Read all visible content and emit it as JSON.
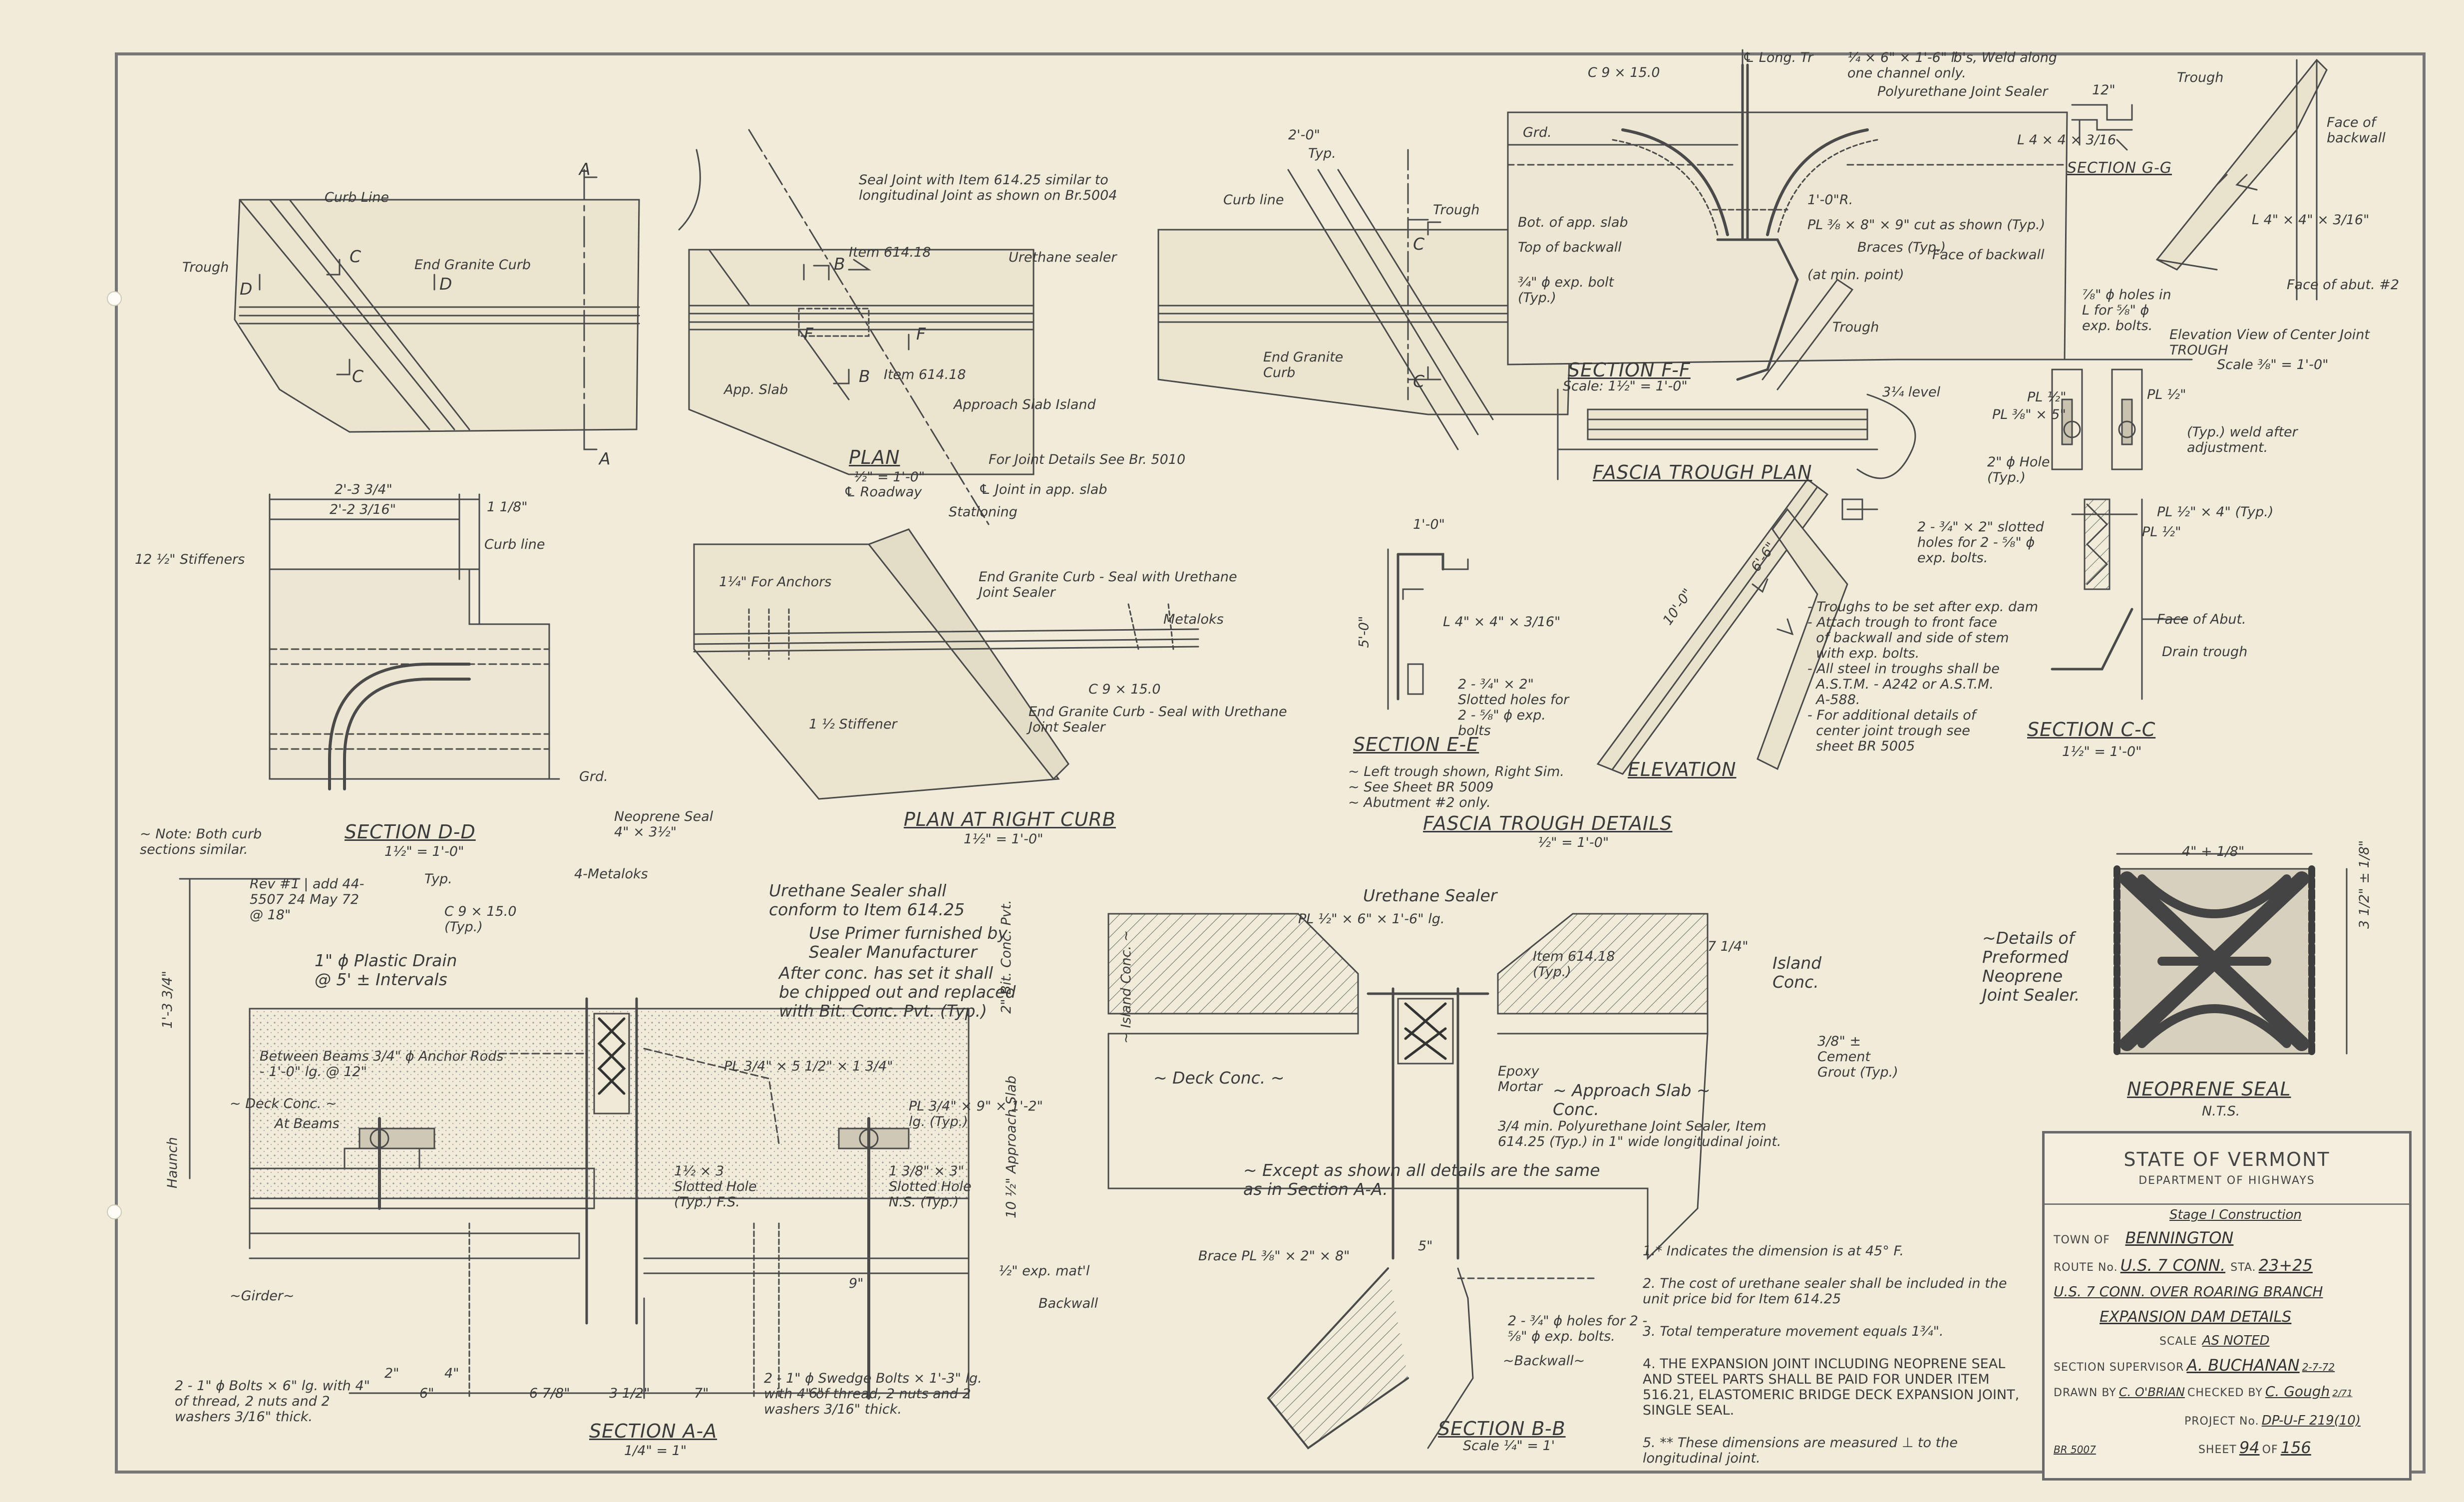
{
  "plan": {
    "sections": [
      "A",
      "A",
      "C",
      "C",
      "D",
      "D",
      "B",
      "B",
      "F",
      "F",
      "C",
      "C"
    ],
    "curb_line": "Curb Line",
    "trough": "Trough",
    "end_granite_curb": "End Granite Curb",
    "seal_joint_note": "Seal Joint with Item 614.25 similar to longitudinal Joint as shown on Br.5004",
    "item_614_18": "Item 614.18",
    "item_614_18b": "Item 614.18",
    "urethane_sealer": "Urethane sealer",
    "curb_line_r": "Curb line",
    "trough_r": "Trough",
    "end_granite_curb_r": "End Granite Curb",
    "app_slab": "App. Slab",
    "approach_slab_island": "Approach Slab Island",
    "plan_title": "PLAN",
    "plan_scale": "½\" = 1'-0\"",
    "joint_details": "For Joint Details See Br. 5010",
    "roadway": "℄ Roadway",
    "joint_in_app_slab": "℄ Joint in app. slab",
    "stationing": "Stationing",
    "dim_2_0": "2'-0\"",
    "typ": "Typ."
  },
  "section_dd": {
    "dim_a": "2'-3 3/4\"",
    "dim_b": "2'-2 3/16\"",
    "dim_c": "1 1/8\"",
    "stiffeners": "12 ½\" Stiffeners",
    "curb_line": "Curb line",
    "grd": "Grd.",
    "note": "~ Note: Both curb sections similar.",
    "title": "SECTION D-D",
    "scale": "1½\" = 1'-0\""
  },
  "plan_right_curb": {
    "for_anchors": "1¼\" For Anchors",
    "end_granite_seal_1": "End Granite Curb - Seal with Urethane Joint Sealer",
    "metaloks": "Metaloks",
    "c9": "C 9 × 15.0",
    "stiffener": "1 ½ Stiffener",
    "end_granite_seal_2": "End Granite Curb - Seal with Urethane Joint Sealer",
    "title": "PLAN AT RIGHT CURB",
    "scale": "1½\" = 1'-0\""
  },
  "section_ff": {
    "long_tr": "℄ Long. Tr",
    "c9": "C 9 × 15.0",
    "weld_note": "¼ × 6\" × 1'-6\" ℔'s, Weld along one channel only.",
    "poly_seal": "Polyurethane Joint Sealer",
    "grd": "Grd.",
    "bot_app_slab": "Bot. of app. slab",
    "top_backwall": "Top of backwall",
    "radius": "1'-0\"R.",
    "pl_cut": "PL ⅜ × 8\" × 9\" cut as shown (Typ.)",
    "braces": "Braces (Typ.)",
    "face_backwall": "Face of backwall",
    "exp_bolt": "¾\" ϕ exp. bolt (Typ.)",
    "min_point": "(at min. point)",
    "trough": "Trough",
    "title": "SECTION F-F",
    "scale": "Scale: 1½\" = 1'-0\""
  },
  "fascia": {
    "level": "3¼ level",
    "trough_plan": "FASCIA TROUGH PLAN",
    "dim_10": "10'-0\"",
    "dim_6": "6'-6\"",
    "slotted_holes": "2 - ¾\" × 2\" slotted holes for 2 - ⅝\" ϕ exp. bolts.",
    "elevation": "ELEVATION",
    "title": "FASCIA TROUGH DETAILS",
    "scale": "½\" = 1'-0\"",
    "notes": "- Troughs to be set after exp. dam\n- Attach trough to front face\n  of backwall and side of stem\n  with exp. bolts.\n- All steel in troughs shall be\n  A.S.T.M. - A242 or A.S.T.M.\n  A-588.\n- For additional details of\n  center joint trough see\n  sheet BR 5005",
    "ee_angle": "L 4\" × 4\" × 3/16\"",
    "ee_slotted": "2 - ¾\" × 2\" Slotted holes for 2 - ⅝\" ϕ exp. bolts",
    "ee_title": "SECTION E-E",
    "ee_notes": "~ Left trough shown, Right Sim.\n~ See Sheet BR 5009\n~ Abutment #2 only.",
    "dim_1_0": "1'-0\"",
    "dim_5_0": "5'-0\""
  },
  "section_gg": {
    "trough": "Trough",
    "dim_12": "12\"",
    "angle": "L 4 × 4 × 3/16",
    "title": "SECTION G-G",
    "face_backwall": "Face of backwall",
    "angle2": "L 4\" × 4\" × 3/16\"",
    "face_abut": "Face of abut. #2",
    "holes": "⅞\" ϕ holes in L for ⅝\" ϕ exp. bolts.",
    "elev_title": "Elevation View of Center Joint TROUGH",
    "elev_scale": "Scale ⅜\" = 1'-0\""
  },
  "section_cc": {
    "pl1": "PL ½\"",
    "pl2": "PL ½\"",
    "pl3": "PL ⅜\" × 5\"",
    "weld": "(Typ.) weld after adjustment.",
    "hole": "2\" ϕ Hole (Typ.)",
    "pl4": "PL ½\" × 4\" (Typ.)",
    "pl5": "PL ½\"",
    "face_abut": "Face of Abut.",
    "drain": "Drain trough",
    "title": "SECTION C-C",
    "scale": "1½\" = 1'-0\""
  },
  "neoprene": {
    "dim_w": "4\" + 1/8\"",
    "dim_h": "3 1/2\" ± 1/8\"",
    "details": "~Details of Preformed Neoprene Joint Sealer.",
    "title": "NEOPRENE SEAL",
    "scale": "N.T.S."
  },
  "section_aa": {
    "rev": "Rev #1 | add 44-5507 24 May 72 @ 18\"",
    "neoprene_seal": "Neoprene Seal 4\" × 3½\"",
    "metaloks": "4-Metaloks",
    "c9": "C 9 × 15.0 (Typ.)",
    "drain": "1\" ϕ Plastic Drain @ 5' ± Intervals",
    "urethane_note": "Urethane Sealer shall conform to Item 614.25",
    "primer_note": "Use Primer furnished by Sealer Manufacturer",
    "chipped_note": "After conc. has set it shall be chipped out and replaced with Bit. Conc. Pvt. (Typ.)",
    "between_beams": "Between Beams 3/4\" ϕ Anchor Rods - 1'-0\" lg. @ 12\"",
    "deck_conc": "~ Deck Conc. ~",
    "at_beams": "At Beams",
    "pl1": "PL 3/4\" × 5 1/2\" × 1 3/4\"",
    "pl2": "PL 3/4\" × 9\" × 1'-2\" lg. (Typ.)",
    "slotted1": "1½ × 3 Slotted Hole (Typ.) F.S.",
    "slotted2": "1 3/8\" × 3\" Slotted Hole N.S. (Typ.)",
    "haunch": "Haunch",
    "girder": "~Girder~",
    "exp_matl": "½\" exp. mat'l",
    "backwall": "Backwall",
    "bolts1": "2 - 1\" ϕ Bolts × 6\" lg. with 4\" of thread, 2 nuts and 2 washers 3/16\" thick.",
    "bolts2": "2 - 1\" ϕ Swedge Bolts × 1'-3\" lg. with 4\" of thread, 2 nuts and 2 washers 3/16\" thick.",
    "approach_slab": "10 ½\" Approach Slab",
    "bit_conc": "2\" Bit. Conc. Pvt.",
    "dim_1_3": "1'-3 3/4\"",
    "dim_2": "2\"",
    "dim_4": "4\"",
    "dim_6": "6\"",
    "dim_678": "6 7/8\"",
    "dim_3": "3 1/2\"",
    "dim_7": "7\"",
    "dim_6b": "6\"",
    "dim_9": "9\"",
    "typ": "Typ.",
    "title": "SECTION A-A",
    "scale": "1/4\" = 1\""
  },
  "section_bb": {
    "urethane": "Urethane Sealer",
    "pl": "PL ½\" × 6\" × 1'-6\" lg.",
    "item": "Item 614.18 (Typ.)",
    "island": "Island Conc.",
    "island_v": "~ Island Conc. ~",
    "deck": "~ Deck Conc. ~",
    "grout": "3/8\" ± Cement Grout (Typ.)",
    "epoxy": "Epoxy Mortar",
    "approach": "~ Approach Slab ~ Conc.",
    "poly": "3/4 min. Polyurethane Joint Sealer, Item 614.25 (Typ.) in 1\" wide longitudinal joint.",
    "except": "~ Except as shown all details are the same as in Section A-A.",
    "brace": "Brace PL ⅜\" × 2\" × 8\"",
    "holes": "2 - ¾\" ϕ holes for 2 - ⅝\" ϕ exp. bolts.",
    "backwall": "~Backwall~",
    "dim_5": "5\"",
    "dim_714": "7 1/4\"",
    "title": "SECTION B-B",
    "scale": "Scale ¼\" = 1'"
  },
  "general_notes": [
    "1.* Indicates the dimension is at 45° F.",
    "2. The cost of urethane sealer shall be included in the unit price bid for Item 614.25",
    "3. Total temperature movement equals 1¾\".",
    "4. THE EXPANSION JOINT INCLUDING NEOPRENE SEAL AND STEEL PARTS SHALL BE PAID FOR UNDER ITEM 516.21, ELASTOMERIC BRIDGE DECK EXPANSION JOINT, SINGLE SEAL.",
    "5. ** These dimensions are measured ⊥ to the longitudinal joint."
  ],
  "title_block": {
    "state": "STATE OF VERMONT",
    "dept": "DEPARTMENT OF HIGHWAYS",
    "stage": "Stage I Construction",
    "town_label": "TOWN OF",
    "town": "BENNINGTON",
    "route_label": "ROUTE No.",
    "route": "U.S. 7 CONN.",
    "sta_label": "STA.",
    "sta": "23+25",
    "project_name": "U.S. 7 CONN. OVER ROARING BRANCH",
    "sheet_title": "EXPANSION DAM DETAILS",
    "scale_label": "SCALE",
    "scale": "AS NOTED",
    "supervisor_label": "SECTION SUPERVISOR",
    "supervisor": "A. BUCHANAN",
    "supervisor_date": "2-7-72",
    "drawn_label": "DRAWN BY",
    "drawn": "C. O'BRIAN",
    "checked_label": "CHECKED BY",
    "checked": "C. Gough",
    "checked_date": "2/71",
    "project_no_label": "PROJECT No.",
    "project_no": "DP-U-F 219(10)",
    "br_no": "BR 5007",
    "sheet_label": "SHEET",
    "sheet": "94",
    "of_label": "OF",
    "total": "156"
  },
  "colors": {
    "paper": "#f1ecda",
    "ink": "#3a3a3a",
    "border": "#7a7a7a"
  }
}
